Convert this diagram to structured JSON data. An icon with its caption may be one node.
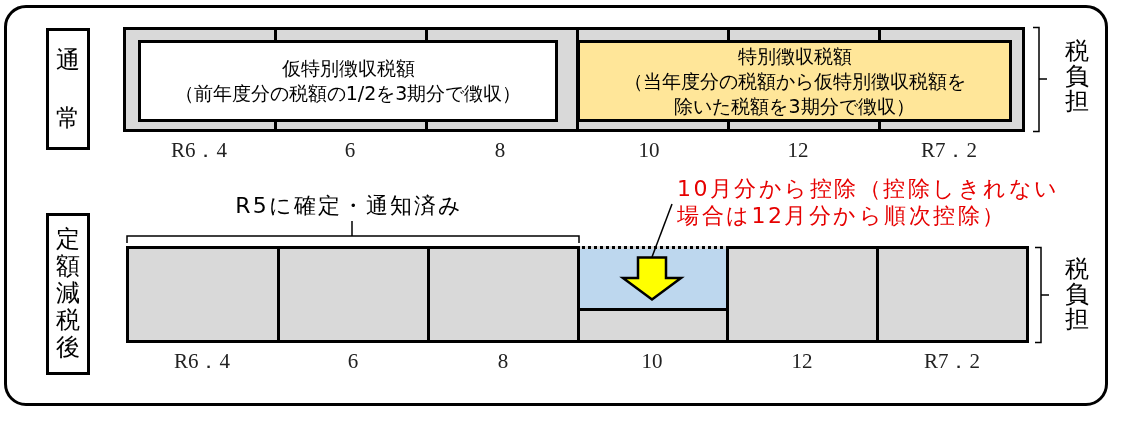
{
  "diagram": {
    "nodes": [
      {
        "text": [
          "通常"
        ]
      },
      {
        "text": [],
        "shape": "bar"
      },
      {
        "text": [
          "仮特別徴収税額",
          "（前年度分の税額の1/2を3期分で徴収）"
        ],
        "in": 1
      },
      {
        "text": [
          "特別徴収税額",
          "（当年度分の税額から仮特別徴収税額を除いた税額を3期分で徴収）"
        ],
        "in": 1
      },
      {
        "text": [
          "10月分から控除（控除しきれない場合は12月分から順次控除）"
        ]
      },
      {
        "text": [
          "定額減税後"
        ]
      },
      {
        "text": [],
        "shape": "box"
      },
      {
        "text": [],
        "shape": "box"
      },
      {
        "text": [],
        "shape": "box"
      },
      {
        "text": [],
        "shape": "box"
      },
      {
        "text": [],
        "shape": "box",
        "in": 9
      },
      {
        "text": [],
        "shape": "arrow",
        "in": 10
      },
      {
        "text": [],
        "shape": "box"
      },
      {
        "text": [],
        "shape": "box"
      }
    ],
    "edges": [
      {
        "from": 4,
        "to": 11,
        "arrow": "none"
      }
    ],
    "labels": [
      "税負担",
      "R6．4",
      "6",
      "8",
      "10",
      "12",
      "R7．2",
      "R5に確定・通知済み",
      "税負担",
      "R6．4",
      "6",
      "8",
      "10",
      "12",
      "R7．2"
    ]
  }
}
